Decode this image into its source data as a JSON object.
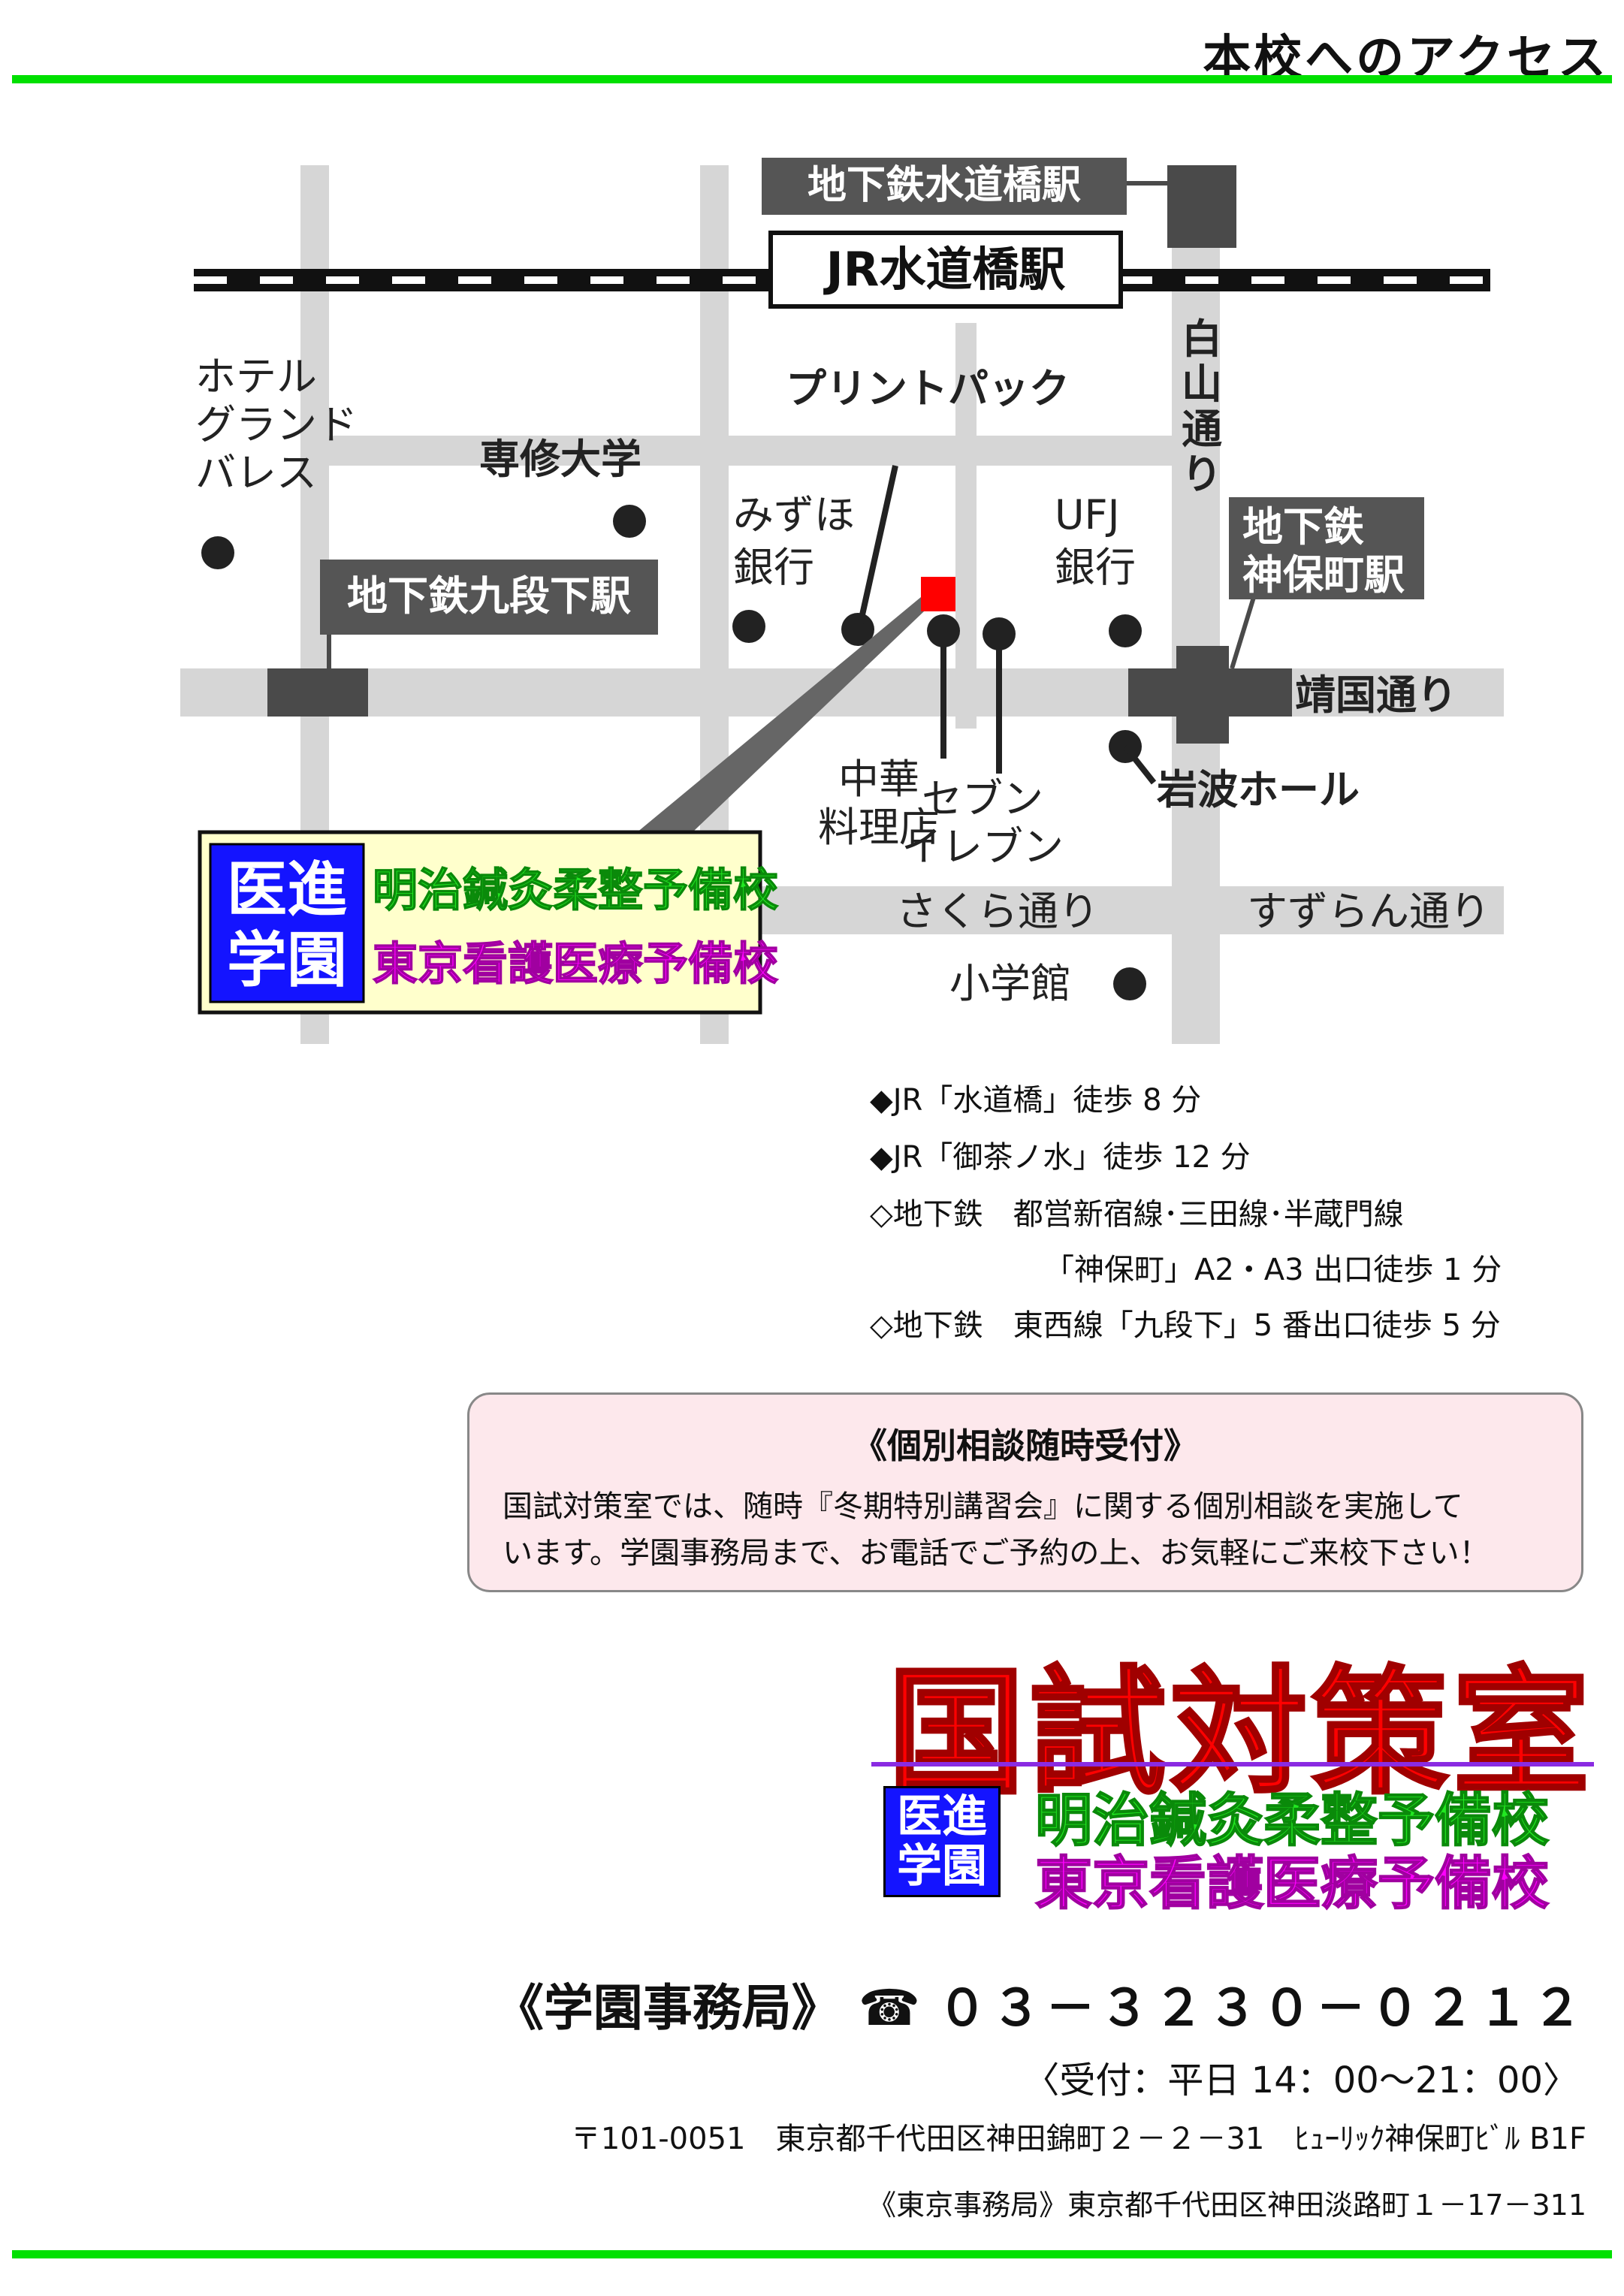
{
  "header": {
    "title": "本校へのアクセス"
  },
  "map": {
    "stations": {
      "subway_suidobashi": "地下鉄水道橋駅",
      "jr_suidobashi": "JR水道橋駅",
      "subway_kudanshita": "地下鉄九段下駅",
      "subway_jimbocho_line1": "地下鉄",
      "subway_jimbocho_line2": "神保町駅"
    },
    "streets": {
      "hakusan_chars": [
        "白",
        "山",
        "通",
        "り"
      ],
      "yasukuni": "靖国通り",
      "sakura": "さくら通り",
      "suzuran": "すずらん通り"
    },
    "landmarks": {
      "hotel_line1": "ホテル",
      "hotel_line2": "グランド",
      "hotel_line3": "バレス",
      "senshu": "専修大学",
      "printpack": "プリントパック",
      "mizuho_line1": "みずほ",
      "mizuho_line2": "銀行",
      "ufj_line1": "UFJ",
      "ufj_line2": "銀行",
      "chinese_line1": "中華",
      "chinese_line2": "料理店",
      "seven_line1": "セブン",
      "seven_line2": "イレブン",
      "iwanami": "岩波ホール",
      "shogakukan": "小学館"
    },
    "school_label": {
      "logo_line1": "医進",
      "logo_line2": "学園",
      "name_green": "明治鍼灸柔整予備校",
      "name_magenta": "東京看護医療予備校"
    }
  },
  "access": [
    "◆JR「水道橋」徒歩 8 分",
    "◆JR「御茶ノ水」徒歩 12 分",
    "◇地下鉄　都営新宿線･三田線･半蔵門線",
    "「神保町」A2・A3 出口徒歩 1 分",
    "◇地下鉄　東西線「九段下」5 番出口徒歩 5 分"
  ],
  "consultation": {
    "title": "《個別相談随時受付》",
    "body_line1": "国試対策室では、随時『冬期特別講習会』に関する個別相談を実施して",
    "body_line2": "います。学園事務局まで、お電話でご予約の上、お気軽にご来校下さい！"
  },
  "brand": {
    "title": "国試対策室",
    "logo_line1": "医進",
    "logo_line2": "学園",
    "school_green": "明治鍼灸柔整予備校",
    "school_magenta": "東京看護医療予備校"
  },
  "contact": {
    "office": "《学園事務局》",
    "phone_icon": "☎",
    "phone": "０３－３２３０－０２１２",
    "hours": "〈受付：平日 14：00～21：00〉",
    "address": "〒101-0051　東京都千代田区神田錦町２－２－31　ﾋｭｰﾘｯｸ神保町ﾋﾞﾙ B1F",
    "tokyo_office": "《東京事務局》東京都千代田区神田淡路町１－17－311"
  },
  "colors": {
    "accent_green": "#00e000",
    "title_red": "#ff0000",
    "logo_blue": "#1414ff",
    "school_green": "#22e822",
    "school_magenta": "#ff00ff",
    "consult_bg": "#fde8ec",
    "marker_red": "#ff0000",
    "station_gray": "#555555",
    "road_gray": "#d6d6d6"
  }
}
